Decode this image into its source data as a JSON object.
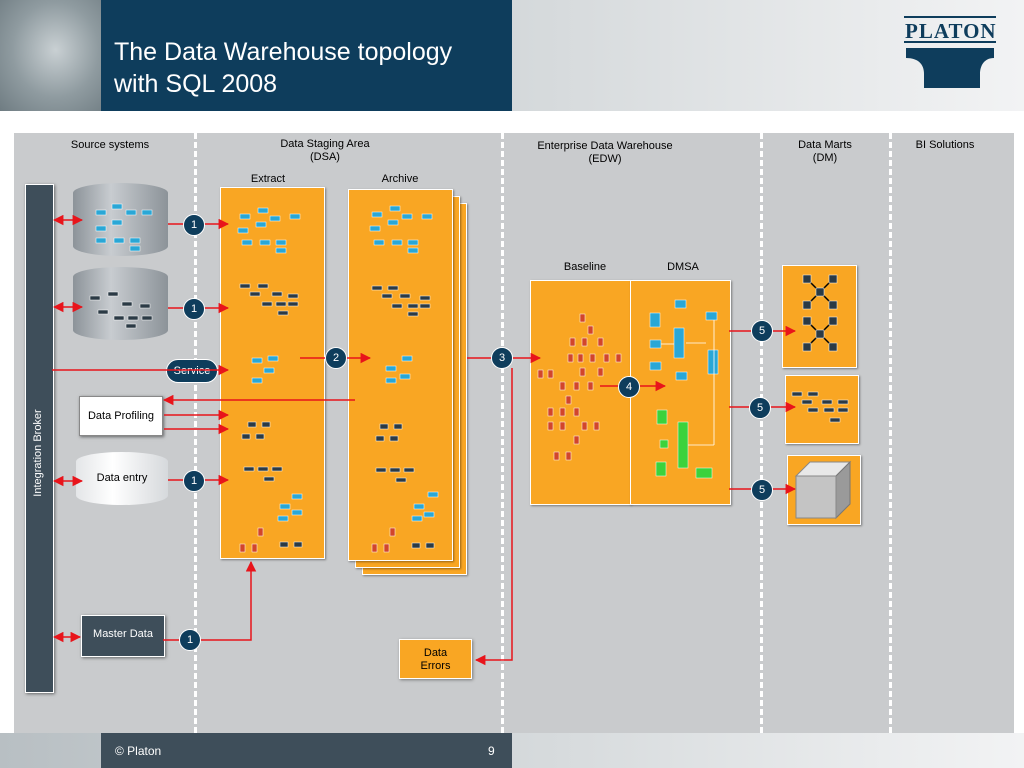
{
  "header": {
    "title_line1": "The Data Warehouse topology",
    "title_line2": "with SQL 2008",
    "logo": "PLATON"
  },
  "columns": {
    "source_systems": "Source systems",
    "staging_line1": "Data Staging Area",
    "staging_line2": "(DSA)",
    "edw_line1": "Enterprise Data Warehouse",
    "edw_line2": "(EDW)",
    "marts_line1": "Data Marts",
    "marts_line2": "(DM)",
    "bi": "BI Solutions"
  },
  "labels": {
    "extract": "Extract",
    "archive": "Archive",
    "baseline": "Baseline",
    "dmsa": "DMSA",
    "integration_broker": "Integration Broker",
    "service": "Service",
    "data_profiling": "Data Profiling",
    "data_entry": "Data entry",
    "master_data": "Master Data",
    "data_errors_line1": "Data",
    "data_errors_line2": "Errors"
  },
  "steps": {
    "s1": "1",
    "s2": "2",
    "s3": "3",
    "s4": "4",
    "s5": "5"
  },
  "colors": {
    "header_blue": "#0e3d5c",
    "orange": "#f9a623",
    "arrow_red": "#e8141b",
    "panel_gray": "#c9cbcd"
  },
  "footer": {
    "copyright": "© Platon",
    "page": "9"
  }
}
